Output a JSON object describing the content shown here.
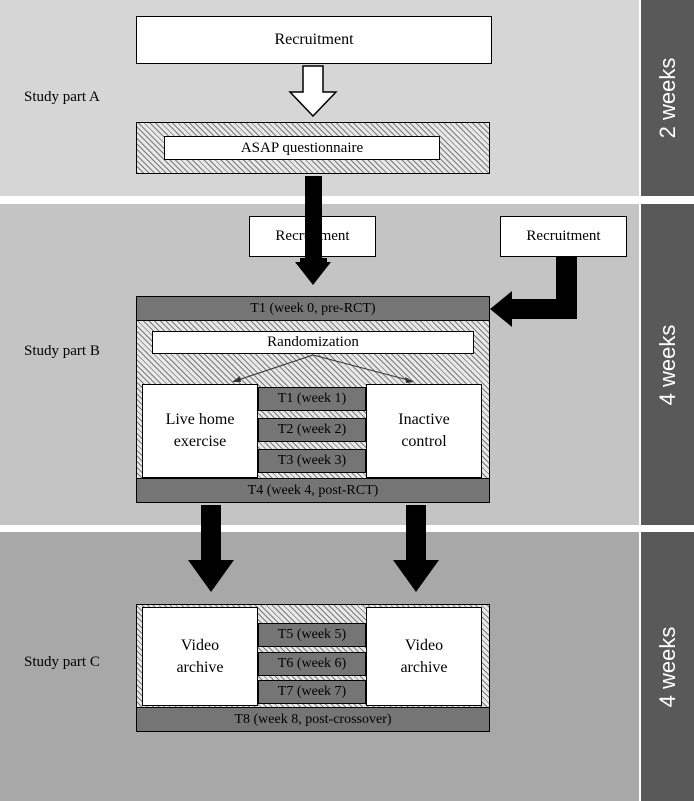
{
  "bands": {
    "a": {
      "label": "Study part A",
      "duration": "2 weeks"
    },
    "b": {
      "label": "Study part B",
      "duration": "4 weeks"
    },
    "c": {
      "label": "Study part C",
      "duration": "4 weeks"
    }
  },
  "part_a": {
    "recruitment": "Recruitment",
    "questionnaire": "ASAP questionnaire"
  },
  "part_b": {
    "recruitment_left": "Recruitment",
    "recruitment_right": "Recruitment",
    "t1_pre": "T1 (week 0, pre-RCT)",
    "randomization": "Randomization",
    "arm_left": "Live home exercise",
    "arm_right": "Inactive control",
    "weeks": [
      "T1 (week 1)",
      "T2 (week 2)",
      "T3 (week 3)"
    ],
    "t4_post": "T4 (week 4, post-RCT)"
  },
  "part_c": {
    "arm_left": "Video archive",
    "arm_right": "Video archive",
    "weeks": [
      "T5 (week 5)",
      "T6 (week 6)",
      "T7 (week 7)"
    ],
    "t8_post": "T8 (week 8, post-crossover)"
  },
  "colors": {
    "band_a": "#d6d6d6",
    "band_b": "#c4c4c4",
    "band_c": "#a8a8a8",
    "side_bar": "#595959",
    "time_bar": "#757575"
  }
}
